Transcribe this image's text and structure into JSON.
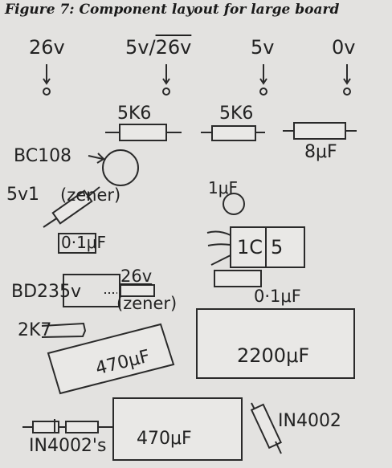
{
  "caption": "Figure 7: Component layout for large board",
  "terminals": {
    "t1": "26v",
    "t2_prefix": "5v/",
    "t2_overline": "26v",
    "t3": "5v",
    "t4": "0v"
  },
  "components": {
    "res_5k6_a": "5K6",
    "res_5k6_b": "5K6",
    "cap_8uf": "8μF",
    "transistor_bc108": "BC108",
    "zener_5v1": "5v1",
    "zener_5v1_note": "(zener)",
    "cap_1uf": "1μF",
    "cap_01uf_a": "0·1μF",
    "ic5_left": "1C",
    "ic5_right": "5",
    "transistor_bd235": "BD235v",
    "zener_26v": "26v",
    "zener_26v_note": "(zener)",
    "cap_01uf_b": "0·1μF",
    "res_2k7": "2K7",
    "cap_470uf_a": "470μF",
    "cap_2200uf": "2200μF",
    "cap_470uf_b": "470μF",
    "diode_in4002_pair": "IN4002's",
    "diode_in4002_single": "IN4002"
  }
}
